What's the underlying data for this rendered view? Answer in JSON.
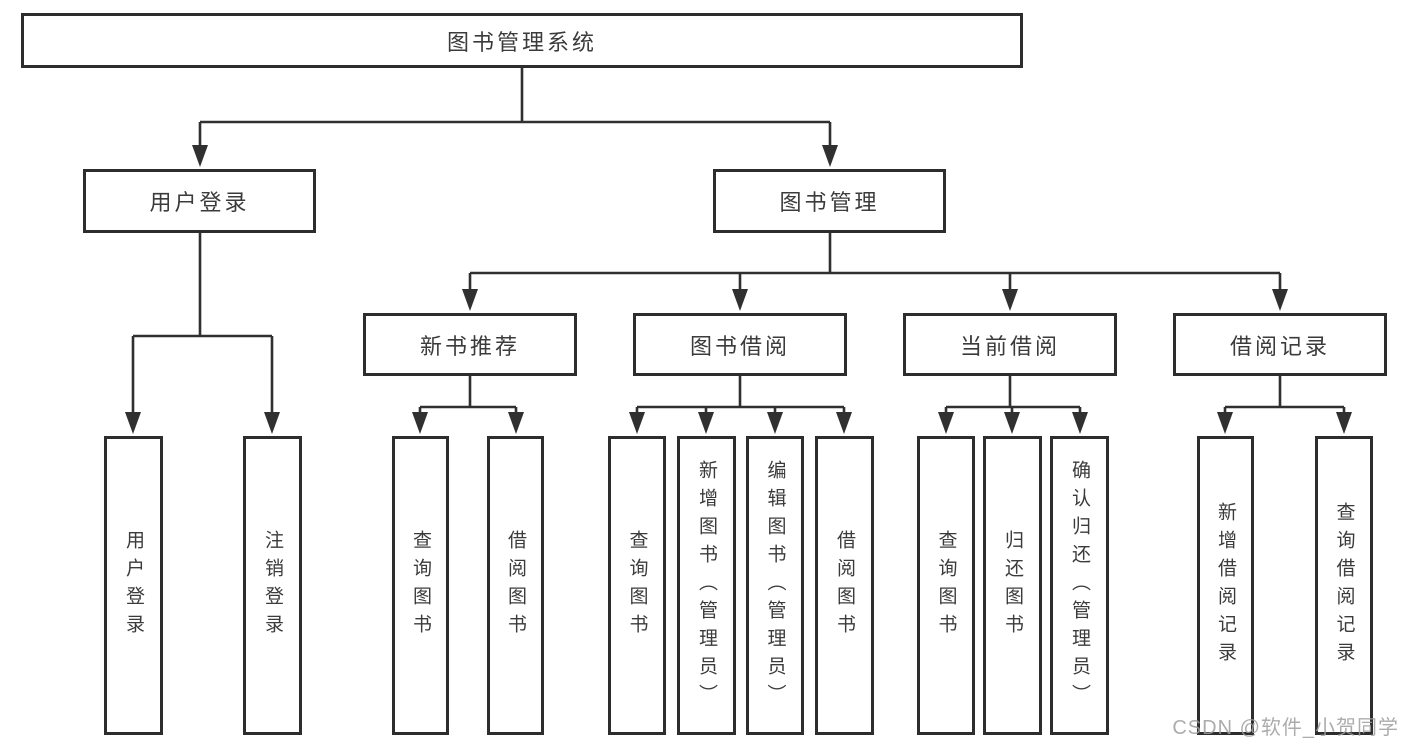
{
  "diagram": {
    "watermark": "CSDN @软件_小贺同学",
    "colors": {
      "line": "#303030",
      "box_border": "#2d2d2d",
      "text": "#3b3b3b",
      "background": "#ffffff",
      "watermark": "#9e9e9e"
    },
    "root": {
      "label": "图书管理系统"
    },
    "branches": [
      {
        "label": "用户登录",
        "children": [
          {
            "label": "用户登录"
          },
          {
            "label": "注销登录"
          }
        ]
      },
      {
        "label": "图书管理",
        "children": [
          {
            "label": "新书推荐",
            "children": [
              {
                "label": "查询图书"
              },
              {
                "label": "借阅图书"
              }
            ]
          },
          {
            "label": "图书借阅",
            "children": [
              {
                "label": "查询图书"
              },
              {
                "label": "新增图书（管理员）"
              },
              {
                "label": "编辑图书（管理员）"
              },
              {
                "label": "借阅图书"
              }
            ]
          },
          {
            "label": "当前借阅",
            "children": [
              {
                "label": "查询图书"
              },
              {
                "label": "归还图书"
              },
              {
                "label": "确认归还（管理员）"
              }
            ]
          },
          {
            "label": "借阅记录",
            "children": [
              {
                "label": "新增借阅记录"
              },
              {
                "label": "查询借阅记录"
              }
            ]
          }
        ]
      }
    ]
  }
}
